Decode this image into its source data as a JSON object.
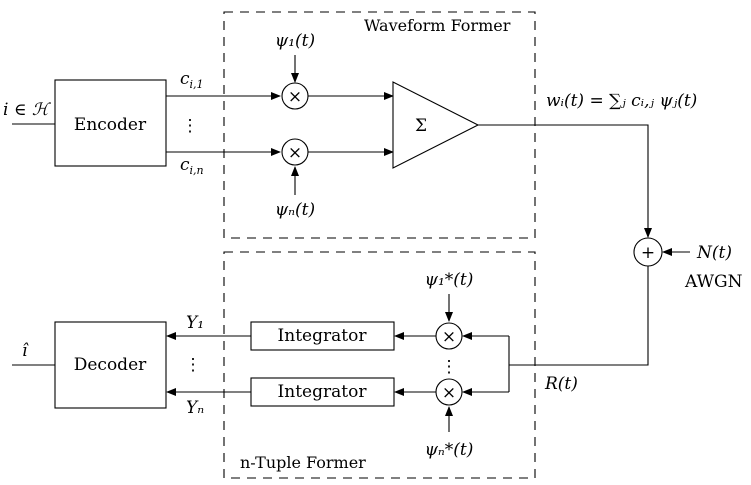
{
  "input_label": "i ∈ ℋ",
  "output_label": "î",
  "encoder": {
    "label": "Encoder"
  },
  "decoder": {
    "label": "Decoder"
  },
  "waveform_former": {
    "title": "Waveform Former",
    "coeff_1": "c",
    "coeff_1_sub": "i,1",
    "coeff_n": "c",
    "coeff_n_sub": "i,n",
    "basis_1": "ψ₁(t)",
    "basis_n": "ψₙ(t)",
    "sum_symbol": "Σ",
    "output": "wᵢ(t) = ∑ⱼ cᵢ,ⱼ ψⱼ(t)"
  },
  "channel": {
    "noise": "N(t)",
    "noise_type": "AWGN",
    "received": "R(t)",
    "adder_symbol": "+"
  },
  "ntuple_former": {
    "title": "n-Tuple Former",
    "integrator_1": "Integrator",
    "integrator_n": "Integrator",
    "conj_basis_1": "ψ₁*(t)",
    "conj_basis_n": "ψₙ*(t)",
    "y_1": "Y₁",
    "y_n": "Yₙ"
  },
  "multiplier_symbol": "×",
  "vdots": "⋮"
}
